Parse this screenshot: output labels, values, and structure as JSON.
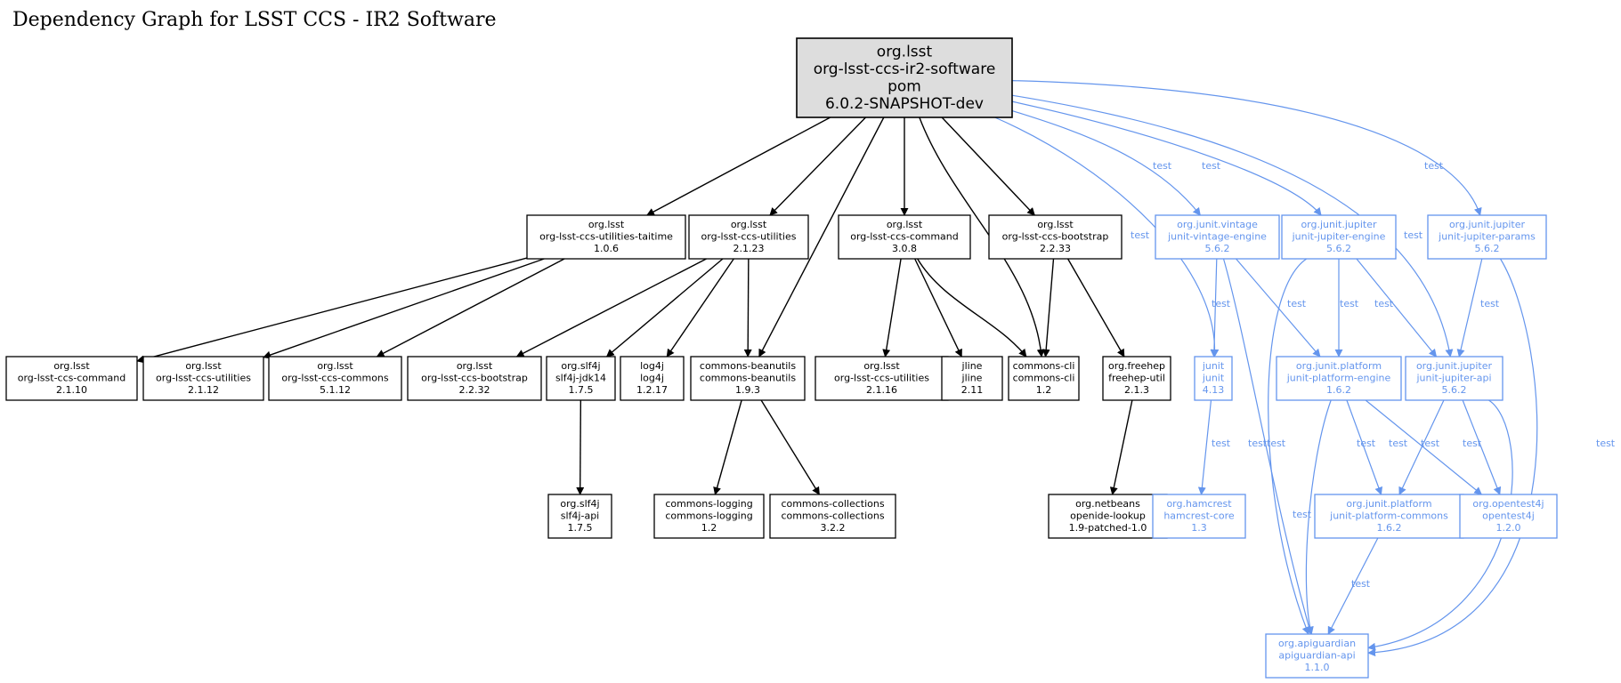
{
  "title": "Dependency Graph for LSST CCS - IR2 Software",
  "colors": {
    "compile": "#000000",
    "test": "#6495ED",
    "root_fill": "#DDDDDD"
  },
  "nodes": [
    {
      "id": "root",
      "lines": [
        "org.lsst",
        "org-lsst-ccs-ir2-software",
        "pom",
        "6.0.2-SNAPSHOT-dev"
      ],
      "kind": "root"
    },
    {
      "id": "taitime",
      "lines": [
        "org.lsst",
        "org-lsst-ccs-utilities-taitime",
        "1.0.6"
      ],
      "kind": "compile"
    },
    {
      "id": "util2123",
      "lines": [
        "org.lsst",
        "org-lsst-ccs-utilities",
        "2.1.23"
      ],
      "kind": "compile"
    },
    {
      "id": "cmd308",
      "lines": [
        "org.lsst",
        "org-lsst-ccs-command",
        "3.0.8"
      ],
      "kind": "compile"
    },
    {
      "id": "boot2233",
      "lines": [
        "org.lsst",
        "org-lsst-ccs-bootstrap",
        "2.2.33"
      ],
      "kind": "compile"
    },
    {
      "id": "vintage",
      "lines": [
        "org.junit.vintage",
        "junit-vintage-engine",
        "5.6.2"
      ],
      "kind": "test"
    },
    {
      "id": "jupeng",
      "lines": [
        "org.junit.jupiter",
        "junit-jupiter-engine",
        "5.6.2"
      ],
      "kind": "test"
    },
    {
      "id": "juppar",
      "lines": [
        "org.junit.jupiter",
        "junit-jupiter-params",
        "5.6.2"
      ],
      "kind": "test"
    },
    {
      "id": "cmd2110",
      "lines": [
        "org.lsst",
        "org-lsst-ccs-command",
        "2.1.10"
      ],
      "kind": "compile"
    },
    {
      "id": "util2112",
      "lines": [
        "org.lsst",
        "org-lsst-ccs-utilities",
        "2.1.12"
      ],
      "kind": "compile"
    },
    {
      "id": "commons5112",
      "lines": [
        "org.lsst",
        "org-lsst-ccs-commons",
        "5.1.12"
      ],
      "kind": "compile"
    },
    {
      "id": "boot2232",
      "lines": [
        "org.lsst",
        "org-lsst-ccs-bootstrap",
        "2.2.32"
      ],
      "kind": "compile"
    },
    {
      "id": "slf4jjdk",
      "lines": [
        "org.slf4j",
        "slf4j-jdk14",
        "1.7.5"
      ],
      "kind": "compile"
    },
    {
      "id": "log4j",
      "lines": [
        "log4j",
        "log4j",
        "1.2.17"
      ],
      "kind": "compile"
    },
    {
      "id": "beanutils",
      "lines": [
        "commons-beanutils",
        "commons-beanutils",
        "1.9.3"
      ],
      "kind": "compile"
    },
    {
      "id": "util2116",
      "lines": [
        "org.lsst",
        "org-lsst-ccs-utilities",
        "2.1.16"
      ],
      "kind": "compile"
    },
    {
      "id": "jline",
      "lines": [
        "jline",
        "jline",
        "2.11"
      ],
      "kind": "compile"
    },
    {
      "id": "cli",
      "lines": [
        "commons-cli",
        "commons-cli",
        "1.2"
      ],
      "kind": "compile"
    },
    {
      "id": "freehep",
      "lines": [
        "org.freehep",
        "freehep-util",
        "2.1.3"
      ],
      "kind": "compile"
    },
    {
      "id": "junit",
      "lines": [
        "junit",
        "junit",
        "4.13"
      ],
      "kind": "test"
    },
    {
      "id": "plateng",
      "lines": [
        "org.junit.platform",
        "junit-platform-engine",
        "1.6.2"
      ],
      "kind": "test"
    },
    {
      "id": "jupapi",
      "lines": [
        "org.junit.jupiter",
        "junit-jupiter-api",
        "5.6.2"
      ],
      "kind": "test"
    },
    {
      "id": "slf4japi",
      "lines": [
        "org.slf4j",
        "slf4j-api",
        "1.7.5"
      ],
      "kind": "compile"
    },
    {
      "id": "logging",
      "lines": [
        "commons-logging",
        "commons-logging",
        "1.2"
      ],
      "kind": "compile"
    },
    {
      "id": "collections",
      "lines": [
        "commons-collections",
        "commons-collections",
        "3.2.2"
      ],
      "kind": "compile"
    },
    {
      "id": "openide",
      "lines": [
        "org.netbeans",
        "openide-lookup",
        "1.9-patched-1.0"
      ],
      "kind": "compile"
    },
    {
      "id": "hamcrest",
      "lines": [
        "org.hamcrest",
        "hamcrest-core",
        "1.3"
      ],
      "kind": "test"
    },
    {
      "id": "platcom",
      "lines": [
        "org.junit.platform",
        "junit-platform-commons",
        "1.6.2"
      ],
      "kind": "test"
    },
    {
      "id": "opentest",
      "lines": [
        "org.opentest4j",
        "opentest4j",
        "1.2.0"
      ],
      "kind": "test"
    },
    {
      "id": "apiguard",
      "lines": [
        "org.apiguardian",
        "apiguardian-api",
        "1.1.0"
      ],
      "kind": "test"
    }
  ],
  "edges": [
    {
      "from": "root",
      "to": "taitime",
      "label": "",
      "kind": "compile"
    },
    {
      "from": "root",
      "to": "util2123",
      "label": "",
      "kind": "compile"
    },
    {
      "from": "root",
      "to": "beanutils",
      "label": "",
      "kind": "compile"
    },
    {
      "from": "root",
      "to": "cmd308",
      "label": "",
      "kind": "compile"
    },
    {
      "from": "root",
      "to": "cli",
      "label": "",
      "kind": "compile"
    },
    {
      "from": "root",
      "to": "boot2233",
      "label": "",
      "kind": "compile"
    },
    {
      "from": "root",
      "to": "junit",
      "label": "test",
      "kind": "test"
    },
    {
      "from": "root",
      "to": "vintage",
      "label": "test",
      "kind": "test"
    },
    {
      "from": "root",
      "to": "jupeng",
      "label": "test",
      "kind": "test"
    },
    {
      "from": "root",
      "to": "jupapi",
      "label": "test",
      "kind": "test"
    },
    {
      "from": "root",
      "to": "juppar",
      "label": "test",
      "kind": "test"
    },
    {
      "from": "taitime",
      "to": "cmd2110",
      "label": "",
      "kind": "compile"
    },
    {
      "from": "taitime",
      "to": "util2112",
      "label": "",
      "kind": "compile"
    },
    {
      "from": "taitime",
      "to": "commons5112",
      "label": "",
      "kind": "compile"
    },
    {
      "from": "util2123",
      "to": "boot2232",
      "label": "",
      "kind": "compile"
    },
    {
      "from": "util2123",
      "to": "slf4jjdk",
      "label": "",
      "kind": "compile"
    },
    {
      "from": "util2123",
      "to": "log4j",
      "label": "",
      "kind": "compile"
    },
    {
      "from": "util2123",
      "to": "beanutils",
      "label": "",
      "kind": "compile"
    },
    {
      "from": "cmd308",
      "to": "util2116",
      "label": "",
      "kind": "compile"
    },
    {
      "from": "cmd308",
      "to": "jline",
      "label": "",
      "kind": "compile"
    },
    {
      "from": "cmd308",
      "to": "cli",
      "label": "",
      "kind": "compile"
    },
    {
      "from": "boot2233",
      "to": "cli",
      "label": "",
      "kind": "compile"
    },
    {
      "from": "boot2233",
      "to": "freehep",
      "label": "",
      "kind": "compile"
    },
    {
      "from": "slf4jjdk",
      "to": "slf4japi",
      "label": "",
      "kind": "compile"
    },
    {
      "from": "beanutils",
      "to": "logging",
      "label": "",
      "kind": "compile"
    },
    {
      "from": "beanutils",
      "to": "collections",
      "label": "",
      "kind": "compile"
    },
    {
      "from": "freehep",
      "to": "openide",
      "label": "",
      "kind": "compile"
    },
    {
      "from": "vintage",
      "to": "junit",
      "label": "test",
      "kind": "test"
    },
    {
      "from": "vintage",
      "to": "plateng",
      "label": "test",
      "kind": "test"
    },
    {
      "from": "vintage",
      "to": "apiguard",
      "label": "test",
      "kind": "test"
    },
    {
      "from": "jupeng",
      "to": "plateng",
      "label": "test",
      "kind": "test"
    },
    {
      "from": "jupeng",
      "to": "jupapi",
      "label": "test",
      "kind": "test"
    },
    {
      "from": "jupeng",
      "to": "apiguard",
      "label": "test",
      "kind": "test"
    },
    {
      "from": "juppar",
      "to": "jupapi",
      "label": "test",
      "kind": "test"
    },
    {
      "from": "juppar",
      "to": "apiguard",
      "label": "test",
      "kind": "test"
    },
    {
      "from": "junit",
      "to": "hamcrest",
      "label": "test",
      "kind": "test"
    },
    {
      "from": "plateng",
      "to": "platcom",
      "label": "test",
      "kind": "test"
    },
    {
      "from": "plateng",
      "to": "opentest",
      "label": "test",
      "kind": "test"
    },
    {
      "from": "plateng",
      "to": "apiguard",
      "label": "test",
      "kind": "test"
    },
    {
      "from": "jupapi",
      "to": "platcom",
      "label": "test",
      "kind": "test"
    },
    {
      "from": "jupapi",
      "to": "opentest",
      "label": "test",
      "kind": "test"
    },
    {
      "from": "jupapi",
      "to": "apiguard",
      "label": "test",
      "kind": "test"
    },
    {
      "from": "platcom",
      "to": "apiguard",
      "label": "test",
      "kind": "test"
    }
  ]
}
